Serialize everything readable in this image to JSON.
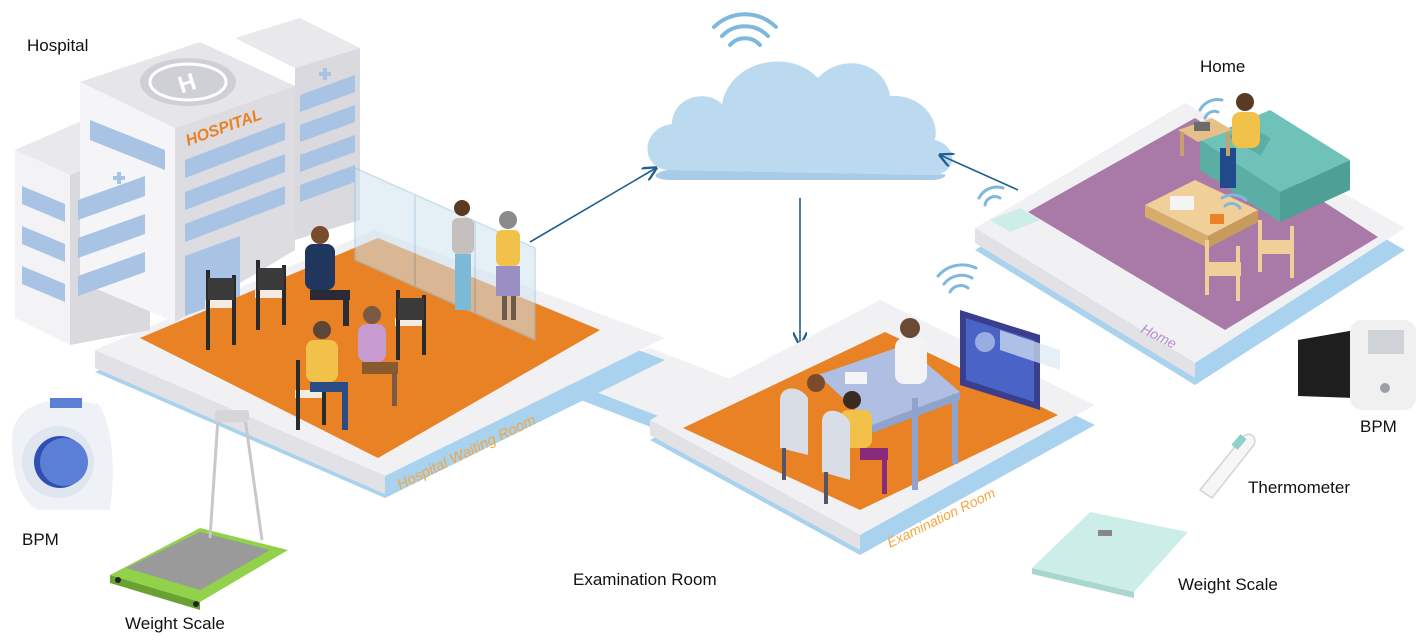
{
  "labels": {
    "hospital": "Hospital",
    "home": "Home",
    "examination_room": "Examination Room",
    "bpm_left": "BPM",
    "bpm_right": "BPM",
    "thermometer": "Thermometer",
    "weight_scale_left": "Weight Scale",
    "weight_scale_right": "Weight Scale"
  },
  "building_sign": {
    "hospital_sign": "HOSPITAL",
    "helipad_letter": "H"
  },
  "floor_labels": {
    "waiting_room": "Hospital Waiting Room",
    "exam_room": "Examination Room",
    "home": "Home"
  },
  "colors": {
    "orange_floor": "#e88224",
    "platform_white": "#f1f1f3",
    "platform_blue": "#a9d2ee",
    "cloud": "#bcdaef",
    "arrow": "#1f5e8e",
    "carpet": "#a979a8",
    "sofa": "#6fc2b8",
    "wifi": "#7fb8dd"
  }
}
